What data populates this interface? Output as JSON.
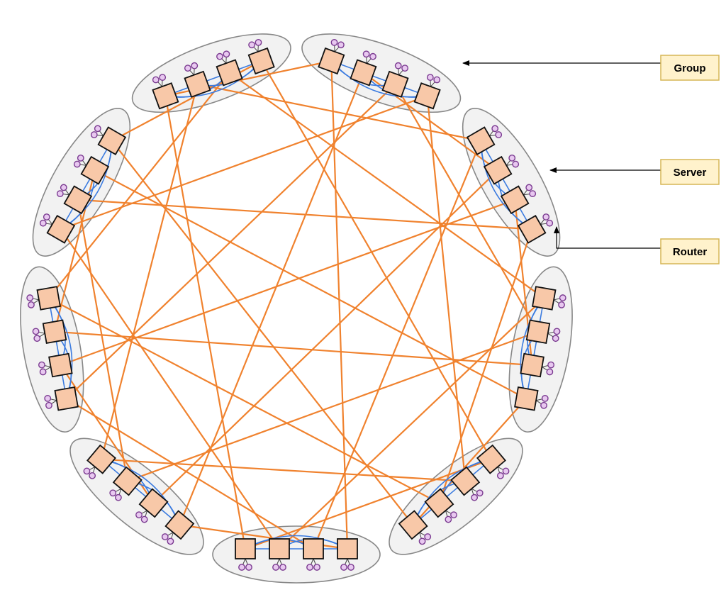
{
  "diagram": {
    "topology": "dragonfly",
    "group_count": 9,
    "routers_per_group": 4,
    "servers_per_router": 2,
    "labels": {
      "group": "Group",
      "server": "Server",
      "router": "Router"
    },
    "colors": {
      "global_link": "#F0822E",
      "local_link": "#3B7BE0",
      "router_fill": "#F8C8A8",
      "router_stroke": "#111111",
      "server_fill": "#E8C8F0",
      "server_stroke": "#7A3A90",
      "group_fill": "#F2F2F2",
      "group_stroke": "#888888",
      "label_fill": "#FFF2CC",
      "label_stroke": "#D6B656",
      "arrow": "#000000"
    }
  }
}
